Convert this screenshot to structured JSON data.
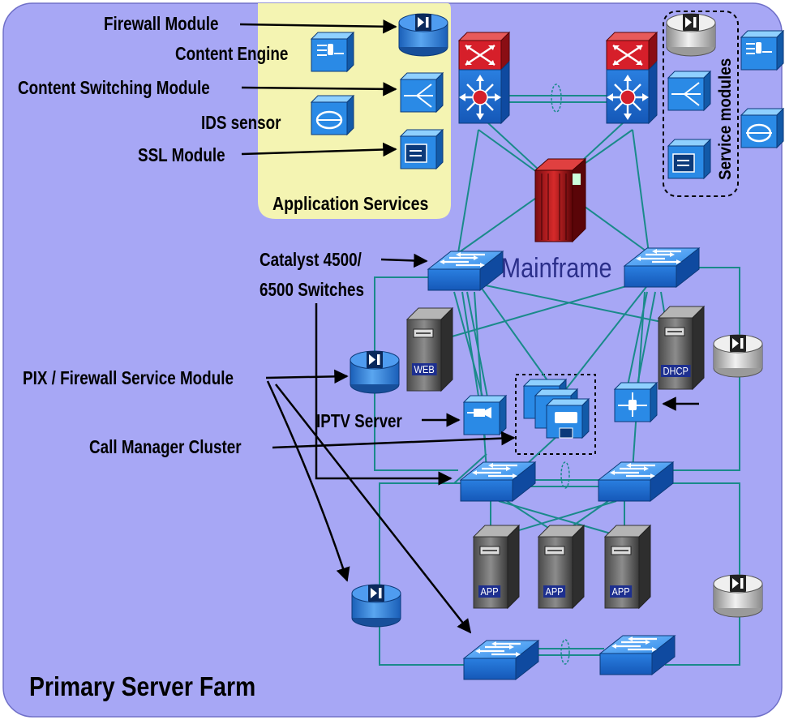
{
  "diagram": {
    "labels": {
      "firewall_module": "Firewall Module",
      "content_engine": "Content Engine",
      "content_switching_module": "Content Switching Module",
      "ids_sensor": "IDS sensor",
      "ssl_module": "SSL Module",
      "application_services": "Application Services",
      "service_modules": "Service modules",
      "mainframe": "Mainframe",
      "catalyst_line1": "Catalyst 4500/",
      "catalyst_line2": "6500 Switches",
      "pix_firewall": "PIX / Firewall Service Module",
      "iptv_server": "IPTV Server",
      "call_manager_cluster": "Call Manager Cluster",
      "primary_server_farm": "Primary Server Farm"
    },
    "server_tags": {
      "web": "WEB",
      "dhcp": "DHCP",
      "app1": "APP",
      "app2": "APP",
      "app3": "APP"
    },
    "colors": {
      "background": "#a7a7f5",
      "app_services_zone": "#f4f4b2",
      "link": "#1a8a8a",
      "switch_blue": "#1f6fd6",
      "router_red": "#d61f2a",
      "arrow": "#000000"
    },
    "icons": [
      "firewall-icon",
      "content-engine-icon",
      "content-switch-icon",
      "ids-sensor-icon",
      "ssl-module-icon",
      "layer3-switch-icon",
      "mainframe-icon",
      "switch-icon",
      "server-icon",
      "iptv-server-icon",
      "ip-phone-icon"
    ]
  }
}
